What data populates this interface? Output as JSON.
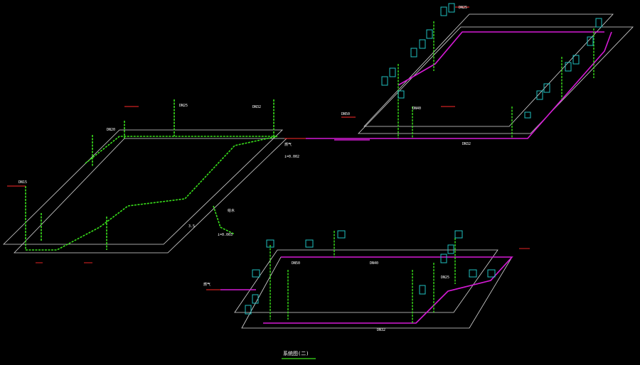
{
  "drawing": {
    "background": "#000000",
    "colors": {
      "outline": "#d9d9d9",
      "water_pipe": "#39e01b",
      "gas_pipe": "#d61ad6",
      "riser": "#e8e82a",
      "leader": "#ff2a2a",
      "box": "#20c0c0",
      "label": "#ffffff"
    },
    "title_label": "系统图(二)"
  },
  "annotations": {
    "left": [
      "DN15",
      "DN20",
      "DN25",
      "DN32",
      "3.5",
      "给水",
      "i=0.003"
    ],
    "right": [
      "DN50",
      "DN40",
      "DN32",
      "DN25",
      "燃气",
      "i=0.002"
    ],
    "bottom": [
      "DN50",
      "DN40",
      "DN32",
      "DN25",
      "燃气"
    ]
  }
}
